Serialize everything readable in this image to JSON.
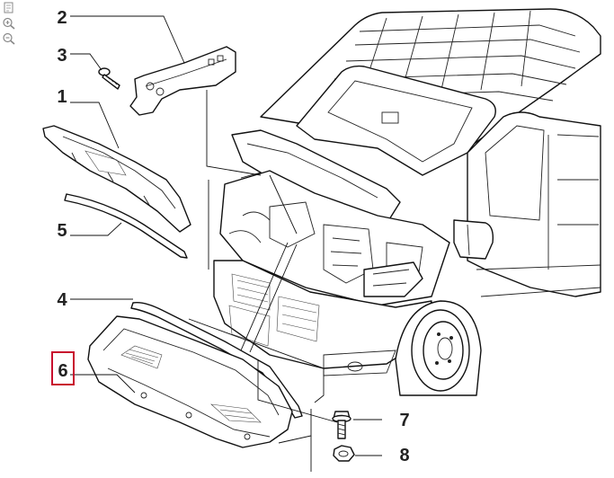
{
  "toolbar": {
    "icons": [
      "fit-to-window-icon",
      "zoom-in-icon",
      "zoom-out-icon"
    ]
  },
  "callouts": [
    {
      "id": "1",
      "label": "1",
      "selected": false
    },
    {
      "id": "2",
      "label": "2",
      "selected": false
    },
    {
      "id": "3",
      "label": "3",
      "selected": false
    },
    {
      "id": "4",
      "label": "4",
      "selected": false
    },
    {
      "id": "5",
      "label": "5",
      "selected": false
    },
    {
      "id": "6",
      "label": "6",
      "selected": true
    },
    {
      "id": "7",
      "label": "7",
      "selected": false
    },
    {
      "id": "8",
      "label": "8",
      "selected": false
    }
  ],
  "colors": {
    "selection": "#c8102e",
    "line": "#111111",
    "background": "#ffffff"
  }
}
